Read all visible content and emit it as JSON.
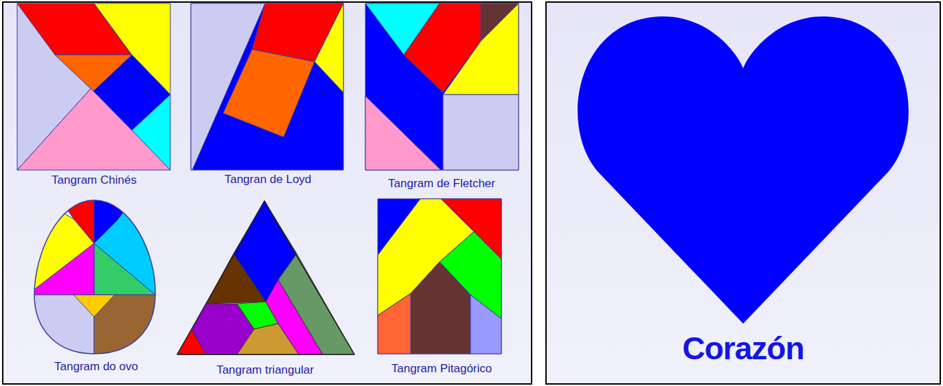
{
  "diagram": {
    "labels": [
      "Tangram Chinés",
      "Tangran de Loyd",
      "Tangram de Fletcher",
      "Tangram do ovo",
      "Tangram triangular",
      "Tangram Pitagórico",
      "Corazón"
    ]
  }
}
